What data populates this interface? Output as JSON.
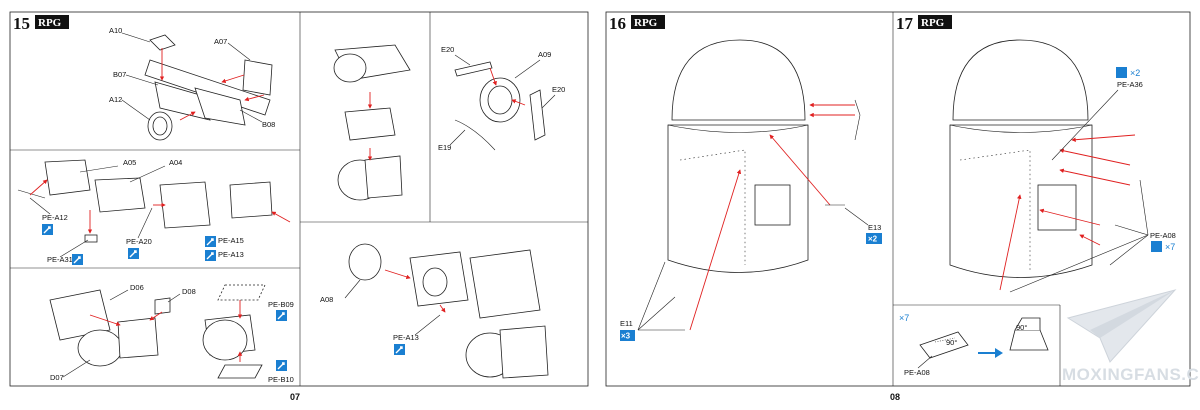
{
  "brand": {
    "name": "RPG",
    "accent": "#1a7fd1",
    "arrow_color": "#e02020"
  },
  "left_page": {
    "page_number": "07",
    "step_number": "15",
    "labels": {
      "a10": "A10",
      "a07": "A07",
      "b07": "B07",
      "a12": "A12",
      "b08": "B08",
      "e20a": "E20",
      "a09": "A09",
      "e20b": "E20",
      "e19": "E19",
      "a05": "A05",
      "a04": "A04",
      "pe_a12": "PE-A12",
      "pe_a31": "PE-A31",
      "pe_a20": "PE-A20",
      "pe_a15": "PE-A15",
      "pe_a13a": "PE-A13",
      "a08": "A08",
      "pe_a13b": "PE-A13",
      "d06": "D06",
      "d08": "D08",
      "d07": "D07",
      "pe_b09": "PE-B09",
      "pe_b10": "PE-B10"
    }
  },
  "right_page": {
    "page_number": "08",
    "step16": {
      "number": "16",
      "e13": "E13",
      "e13_mult": "×2",
      "e11": "E11",
      "e11_mult": "×3"
    },
    "step17": {
      "number": "17",
      "pe_a36": "PE-A36",
      "pe_a36_mult": "×2",
      "pe_a08": "PE-A08",
      "pe_a08_mult": "×7",
      "inset_mult": "×7",
      "inset_label": "PE-A08",
      "angle_a": "90°",
      "angle_b": "90°"
    }
  },
  "watermark": {
    "text": "MOXINGFANS.COM"
  }
}
